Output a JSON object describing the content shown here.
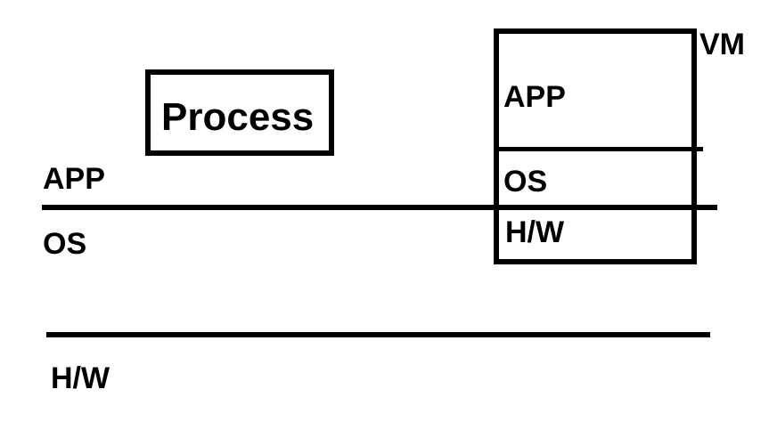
{
  "canvas": {
    "background_color": "#ffffff",
    "ink_color": "#000000"
  },
  "process_box": {
    "label": "Process"
  },
  "host_stack": {
    "app_label": "APP",
    "os_label": "OS",
    "hw_label": "H/W"
  },
  "vm_stack": {
    "title": "VM",
    "app_label": "APP",
    "os_label": "OS",
    "hw_label": "H/W"
  }
}
